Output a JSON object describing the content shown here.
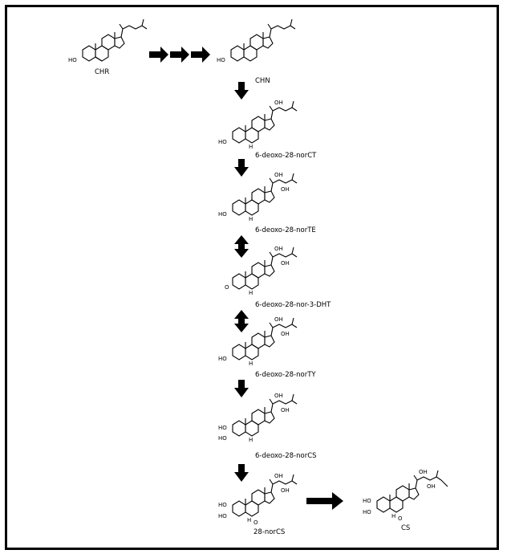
{
  "figure": {
    "compounds": [
      {
        "id": "chr",
        "label": "CHR"
      },
      {
        "id": "chn",
        "label": "CHN"
      },
      {
        "id": "deoxo-norct",
        "label": "6-deoxo-28-norCT"
      },
      {
        "id": "deoxo-norte",
        "label": "6-deoxo-28-norTE"
      },
      {
        "id": "deoxo-nor-3dht",
        "label": "6-deoxo-28-nor-3-DHT"
      },
      {
        "id": "deoxo-norty",
        "label": "6-deoxo-28-norTY"
      },
      {
        "id": "deoxo-norcs",
        "label": "6-deoxo-28-norCS"
      },
      {
        "id": "norcs",
        "label": "28-norCS"
      },
      {
        "id": "cs",
        "label": "CS"
      }
    ],
    "atoms": {
      "ho": "HO",
      "oh": "OH",
      "o": "O",
      "h": "H"
    },
    "colors": {
      "ink": "#000000",
      "background": "#ffffff"
    }
  }
}
